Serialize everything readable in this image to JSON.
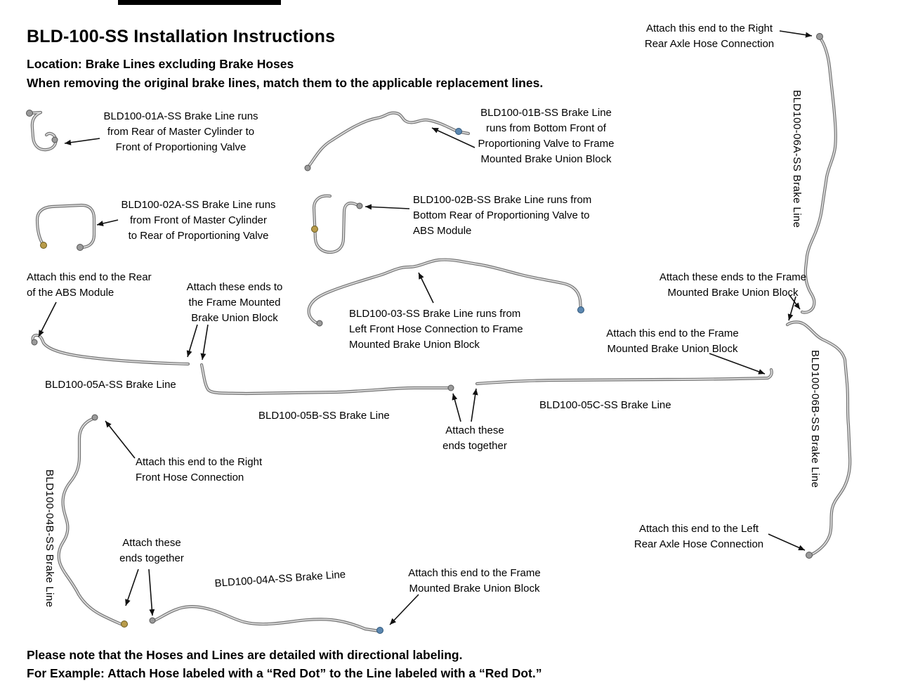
{
  "colors": {
    "tube_outer": "#767676",
    "tube_inner": "#dcdcdc",
    "arrow": "#111111",
    "fitting_gray": "#9a9a9a",
    "fitting_gold": "#b89b4a",
    "fitting_blue": "#5b87b0"
  },
  "header": {
    "title": "BLD-100-SS Installation Instructions",
    "location_line": "Location: Brake Lines excluding Brake Hoses",
    "instruction_line": "When removing the original brake lines, match them to the applicable replacement lines."
  },
  "line_labels": {
    "l01a": "BLD100-01A-SS Brake Line runs\nfrom Rear of Master Cylinder to\nFront of Proportioning Valve",
    "l01b": "BLD100-01B-SS Brake Line\nruns from Bottom Front of\nProportioning Valve to Frame\nMounted Brake Union Block",
    "l02a": "BLD100-02A-SS Brake Line runs\nfrom Front of Master Cylinder\nto Rear of Proportioning Valve",
    "l02b": "BLD100-02B-SS Brake Line runs from\nBottom Rear of Proportioning Valve to\nABS Module",
    "l03": "BLD100-03-SS Brake Line runs from\nLeft Front Hose Connection to Frame\nMounted Brake Union Block",
    "l04a": "BLD100-04A-SS Brake Line",
    "l04b": "BLD100-04B-SS Brake Line",
    "l05a": "BLD100-05A-SS Brake Line",
    "l05b": "BLD100-05B-SS Brake Line",
    "l05c": "BLD100-05C-SS Brake Line",
    "l06a": "BLD100-06A-SS Brake Line",
    "l06b": "BLD100-06B-SS Brake Line"
  },
  "callouts": {
    "right_rear_axle": "Attach this end to the Right\nRear Axle Hose Connection",
    "abs_module": "Attach this end to the Rear\nof the ABS Module",
    "union_block_left": "Attach these ends to\nthe Frame Mounted\nBrake Union Block",
    "union_block_right": "Attach these ends to the Frame\nMounted Brake Union Block",
    "union_block_mid": "Attach this end to the Frame\nMounted Brake Union Block",
    "ends_together_mid": "Attach these\nends together",
    "right_front_hose": "Attach this end to the Right\nFront Hose Connection",
    "ends_together_bottom": "Attach these\nends together",
    "union_block_bottom": "Attach this end to the Frame\nMounted Brake Union Block",
    "left_rear_axle": "Attach this end to the Left\nRear Axle Hose Connection"
  },
  "footer": {
    "note1": "Please note that the Hoses and Lines are detailed with directional labeling.",
    "note2": "For Example: Attach Hose labeled with a “Red Dot” to the Line labeled with a “Red Dot.”"
  }
}
